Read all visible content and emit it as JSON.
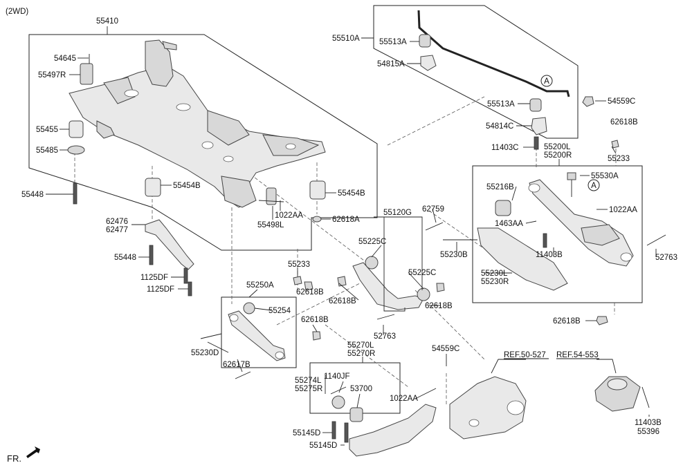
{
  "variant": "(2WD)",
  "front_marker": "FR.",
  "circle_marker": "A",
  "labels": {
    "p55410": "55410",
    "p54645": "54645",
    "p55497R": "55497R",
    "p55455": "55455",
    "p55485": "55485",
    "p55448a": "55448",
    "p55454Ba": "55454B",
    "p55454Bb": "55454B",
    "p1022AAa": "1022AA",
    "p55498L": "55498L",
    "p62618Aa": "62618A",
    "p62476": "62476",
    "p62477": "62477",
    "p55448b": "55448",
    "p1125DFa": "1125DF",
    "p1125DFb": "1125DF",
    "p55510A": "55510A",
    "p55513Aa": "55513A",
    "p54815A": "54815A",
    "p55513Ab": "55513A",
    "p54814C": "54814C",
    "p54559Ca": "54559C",
    "p11403Ca": "11403C",
    "p62618Ba": "62618B",
    "p55233a": "55233",
    "p55200L": "55200L",
    "p55200R": "55200R",
    "p55216B": "55216B",
    "p55530A": "55530A",
    "p1022AAb": "1022AA",
    "p1463AA": "1463AA",
    "p11403Ba": "11403B",
    "p55230B": "55230B",
    "p55230L": "55230L",
    "p55230R": "55230R",
    "p52763a": "52763",
    "p62618Bb": "62618B",
    "p55120G": "55120G",
    "p62759": "62759",
    "p55225Ca": "55225C",
    "p55225Cb": "55225C",
    "p62618Bc": "62618B",
    "p62618Bd": "62618B",
    "p52763b": "52763",
    "p55233b": "55233",
    "p55250A": "55250A",
    "p62618Be": "62618B",
    "p55254": "55254",
    "p62618Bf": "62618B",
    "p55230D": "55230D",
    "p62617B": "62617B",
    "p55270L": "55270L",
    "p55270R": "55270R",
    "p54559Cb": "54559C",
    "p55274L": "55274L",
    "p55275R": "55275R",
    "p1140JF": "1140JF",
    "p53700": "53700",
    "p1022AAc": "1022AA",
    "p55145Da": "55145D",
    "p55145Db": "55145D",
    "ref1": "REF.50-527",
    "ref2": "REF.54-553",
    "p11403Bb": "11403B",
    "p55396": "55396"
  }
}
